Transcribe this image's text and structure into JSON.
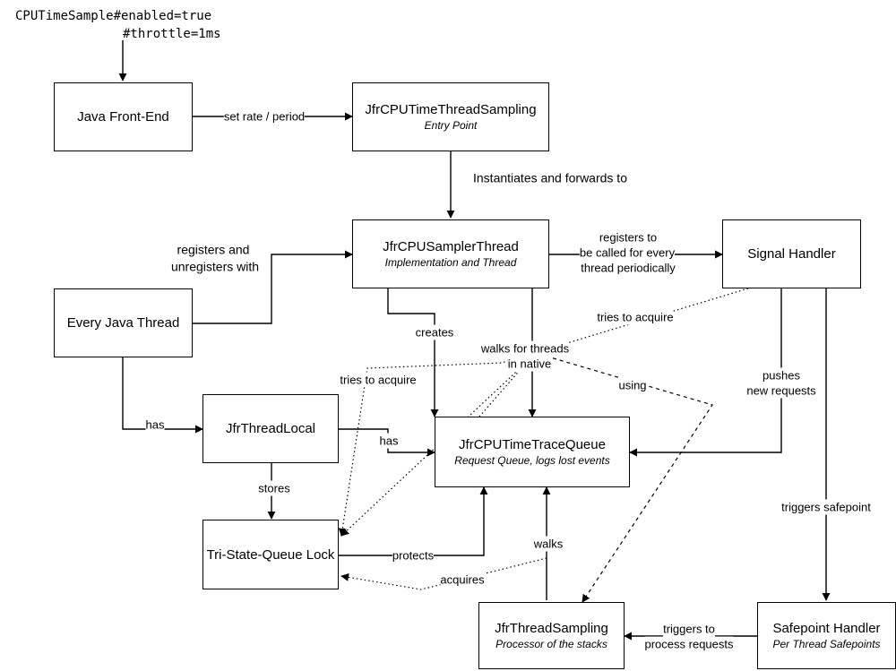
{
  "config": {
    "line1": "CPUTimeSample#enabled=true",
    "line2": "#throttle=1ms"
  },
  "nodes": {
    "java_front_end": {
      "title": "Java Front-End"
    },
    "cpu_time_thread_sampling": {
      "title": "JfrCPUTimeThreadSampling",
      "subtitle": "Entry Point"
    },
    "cpu_sampler_thread": {
      "title": "JfrCPUSamplerThread",
      "subtitle": "Implementation and Thread"
    },
    "signal_handler": {
      "title": "Signal Handler"
    },
    "every_java_thread": {
      "title": "Every Java Thread"
    },
    "thread_local": {
      "title": "JfrThreadLocal"
    },
    "trace_queue": {
      "title": "JfrCPUTimeTraceQueue",
      "subtitle": "Request Queue, logs lost events"
    },
    "queue_lock": {
      "title": "Tri-State-Queue Lock"
    },
    "thread_sampling": {
      "title": "JfrThreadSampling",
      "subtitle": "Processor of the stacks"
    },
    "safepoint_handler": {
      "title": "Safepoint Handler",
      "subtitle": "Per Thread Safepoints"
    }
  },
  "edges": {
    "set_rate": "set rate / period",
    "instantiates": "Instantiates and forwards to",
    "registers_with_line1": "registers and",
    "registers_with_line2": "unregisters with",
    "registers_to_line1": "registers to",
    "registers_to_line2": "be called for every",
    "registers_to_line3": "thread periodically",
    "creates": "creates",
    "walks_native_line1": "walks for threads",
    "walks_native_line2": "in native",
    "tries_acquire_signal": "tries to acquire",
    "tries_acquire_sampler": "tries to acquire",
    "using": "using",
    "pushes_line1": "pushes",
    "pushes_line2": "new requests",
    "has_thread_local": "has",
    "has_queue": "has",
    "stores": "stores",
    "protects": "protects",
    "walks": "walks",
    "acquires": "acquires",
    "triggers_safepoint": "triggers safepoint",
    "triggers_process_line1": "triggers to",
    "triggers_process_line2": "process requests"
  }
}
